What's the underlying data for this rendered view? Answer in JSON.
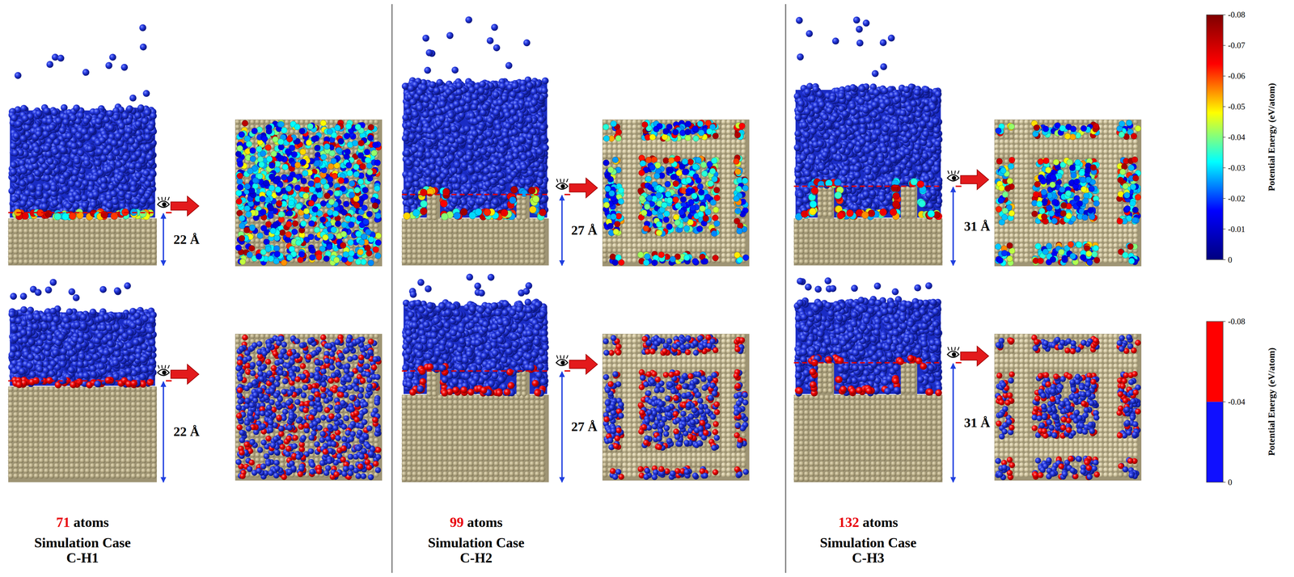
{
  "diagram": {
    "labels": [
      "22 Å",
      "27 Å",
      "31 Å",
      "22 Å",
      "27 Å",
      "31 Å",
      "71",
      "atoms",
      "Simulation Case C-H1",
      "99",
      "atoms",
      "Simulation Case C-H2",
      "132",
      "atoms",
      "Simulation Case C-H3",
      "-0.08",
      "-0.07",
      "-0.06",
      "-0.05",
      "-0.04",
      "-0.03",
      "-0.02",
      "-0.01",
      "0",
      "Potential Energy (eV/atom)",
      "-0.08",
      "-0.04",
      "0",
      "Potential Energy (eV/atom)"
    ]
  }
}
